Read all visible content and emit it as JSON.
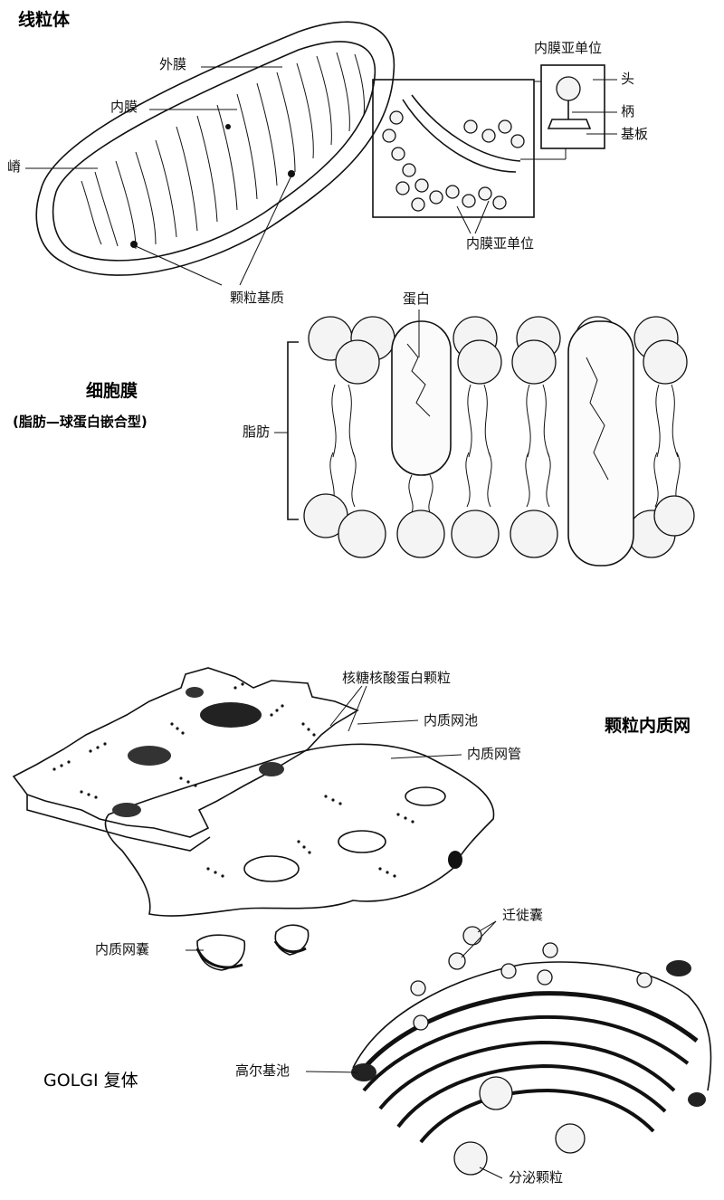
{
  "mitochondrion": {
    "title": "线粒体",
    "outer_membrane": "外膜",
    "inner_membrane": "内膜",
    "crista": "嵴",
    "granular_matrix": "颗粒基质",
    "inner_membrane_subunit": "内膜亚单位",
    "inner_membrane_subunit_bottom": "内膜亚单位",
    "head": "头",
    "stalk": "柄",
    "base_plate": "基板"
  },
  "cell_membrane": {
    "title": "细胞膜",
    "subtitle": "(脂肪—球蛋白嵌合型)",
    "protein": "蛋白",
    "lipid": "脂肪"
  },
  "rough_er": {
    "title": "颗粒内质网",
    "ribonucleoprotein_granule": "核糖核酸蛋白颗粒",
    "er_cisterna": "内质网池",
    "er_tubule": "内质网管",
    "er_vesicle": "内质网囊"
  },
  "golgi": {
    "title": "GOLGI 复体",
    "migration_vesicle": "迁徙囊",
    "golgi_cisterna": "高尔基池",
    "secretory_granule": "分泌颗粒"
  }
}
